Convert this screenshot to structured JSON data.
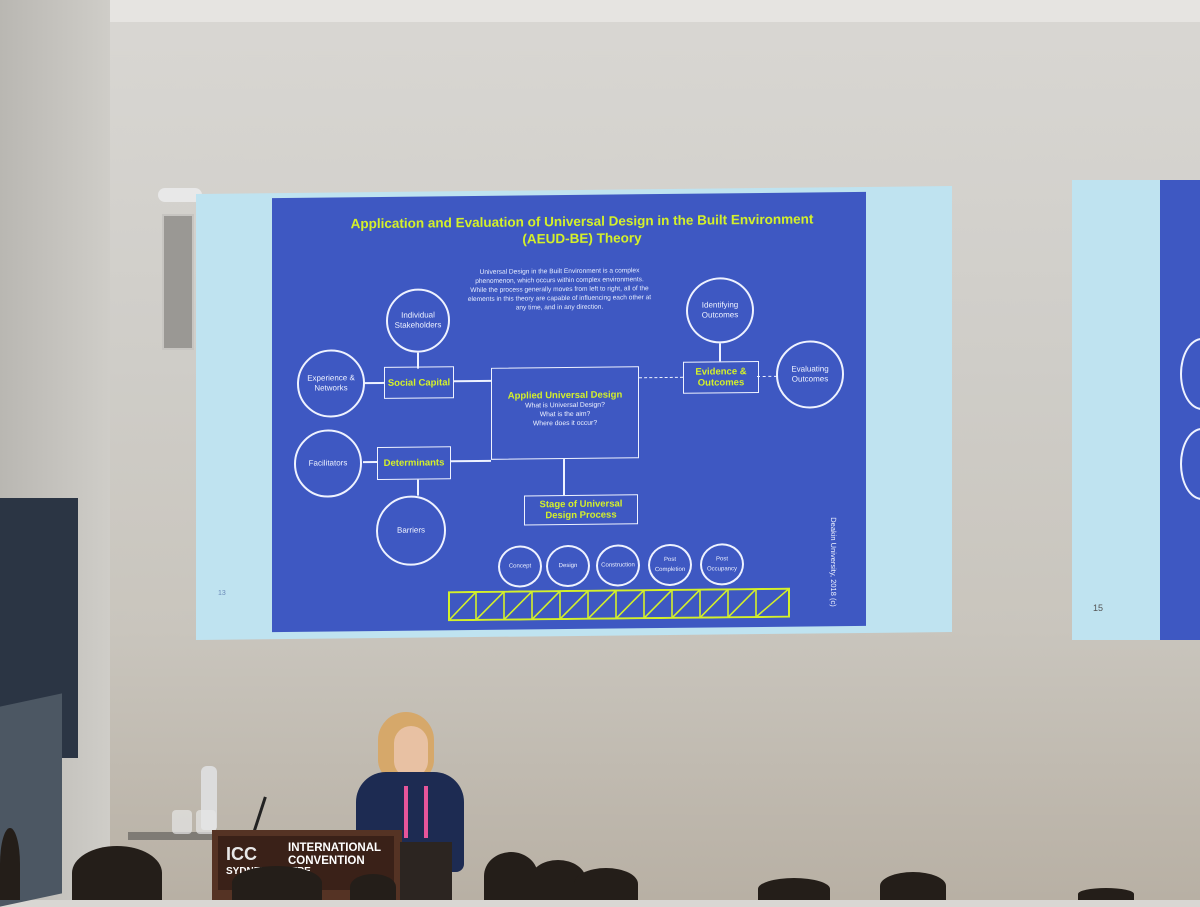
{
  "slide": {
    "title_line1": "Application and Evaluation of Universal Design in the Built Environment",
    "title_line2": "(AEUD-BE) Theory",
    "description": "Universal Design in the Built Environment is a complex phenomenon, which occurs within complex environments. While the process generally moves from left to right, all of the elements in this theory are capable of influencing each other at any time, and in any direction.",
    "center": {
      "title": "Applied Universal Design",
      "questions": [
        "What is Universal Design?",
        "What is the aim?",
        "Where does it occur?"
      ]
    },
    "boxes": {
      "social_capital": "Social Capital",
      "determinants": "Determinants",
      "evidence_outcomes": "Evidence & Outcomes",
      "stage": "Stage of Universal Design Process"
    },
    "circles": {
      "individual_stakeholders": "Individual Stakeholders",
      "experience_networks": "Experience & Networks",
      "facilitators": "Facilitators",
      "barriers": "Barriers",
      "identifying_outcomes": "Identifying Outcomes",
      "evaluating_outcomes": "Evaluating Outcomes"
    },
    "stages": [
      "Concept",
      "Design",
      "Construction",
      "Post Completion",
      "Post Occupancy"
    ],
    "credit": "Deakin University, 2018 (c)",
    "page_number": "13"
  },
  "next_slide": {
    "page_number": "15"
  },
  "podium": {
    "logo": "ICC",
    "line1": "INTERNATIONAL",
    "line2": "CONVENTION",
    "line3": "SYDNEY CENTRE"
  },
  "colors": {
    "slide_blue": "#3e58c2",
    "accent_yellow": "#d4f02a",
    "slide_light": "#bfe3f0"
  }
}
